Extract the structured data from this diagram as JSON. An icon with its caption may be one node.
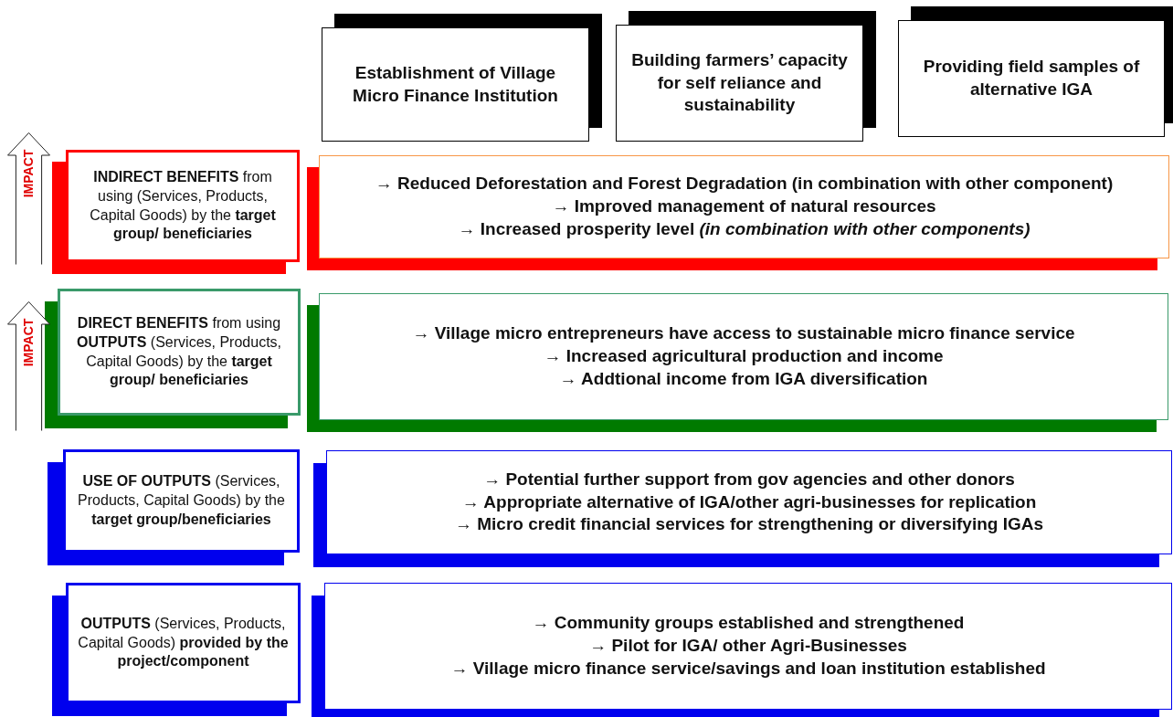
{
  "diagram": {
    "nodes": [
      {
        "text": [
          "Establishment of Village Micro Finance Institution"
        ]
      },
      {
        "text": [
          "Building farmers’ capacity for self reliance and sustainability"
        ]
      },
      {
        "text": [
          "Providing field samples of alternative IGA"
        ]
      },
      {
        "text": [
          "**INDIRECT BENEFITS** from using  (Services, Products, Capital Goods) by the **target group/ beneficiaries**"
        ]
      },
      {
        "text": [
          "→  Reduced Deforestation and Forest Degradation (in combination with other component)",
          "→  Improved management of natural resources",
          "→  Increased prosperity level *(in combination with other components)*"
        ]
      },
      {
        "text": [
          "**DIRECT BENEFITS** from using **OUTPUTS**  (Services, Products, Capital Goods) by the **target group/ beneficiaries**"
        ]
      },
      {
        "text": [
          "→  Village micro entrepreneurs have access to sustainable micro finance service",
          "→  Increased agricultural production and income",
          "→  Addtional income from IGA diversification"
        ]
      },
      {
        "text": [
          "**USE OF OUTPUTS** (Services, Products, Capital Goods) by the **target group/beneficiaries**"
        ]
      },
      {
        "text": [
          "→  Potential further support from gov agencies and other donors",
          "→  Appropriate alternative of IGA/other agri-businesses for replication",
          "→  Micro credit financial services for strengthening or diversifying IGAs"
        ]
      },
      {
        "text": [
          "**OUTPUTS** (Services, Products, Capital Goods) **provided by the project/component**"
        ]
      },
      {
        "text": [
          "→  Community groups established and strengthened",
          "→  Pilot for IGA/ other Agri-Businesses",
          "→  Village micro finance service/savings and loan institution established"
        ]
      }
    ],
    "labels": [
      "IMPACT",
      "IMPACT"
    ]
  }
}
